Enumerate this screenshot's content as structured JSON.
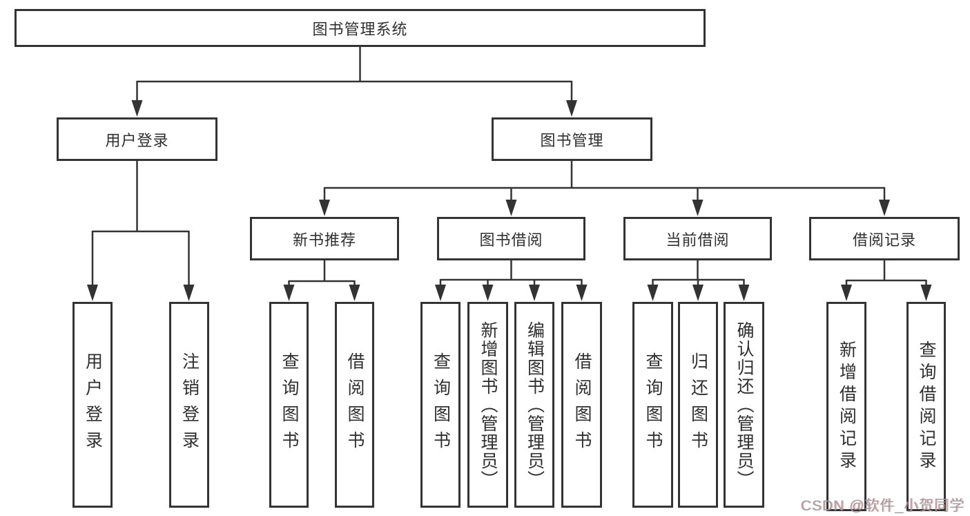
{
  "diagram": {
    "type": "hierarchy-tree",
    "tree": {
      "label": "图书管理系统",
      "children": [
        {
          "label": "用户登录",
          "children": [
            {
              "label": "用户登录"
            },
            {
              "label": "注销登录"
            }
          ]
        },
        {
          "label": "图书管理",
          "children": [
            {
              "label": "新书推荐",
              "children": [
                {
                  "label": "查询图书"
                },
                {
                  "label": "借阅图书"
                }
              ]
            },
            {
              "label": "图书借阅",
              "children": [
                {
                  "label": "查询图书"
                },
                {
                  "label": "新增图书（管理员）"
                },
                {
                  "label": "编辑图书（管理员）"
                },
                {
                  "label": "借阅图书"
                }
              ]
            },
            {
              "label": "当前借阅",
              "children": [
                {
                  "label": "查询图书"
                },
                {
                  "label": "归还图书"
                },
                {
                  "label": "确认归还（管理员）"
                }
              ]
            },
            {
              "label": "借阅记录",
              "children": [
                {
                  "label": "新增借阅记录"
                },
                {
                  "label": "查询借阅记录"
                }
              ]
            }
          ]
        }
      ]
    },
    "colors": {
      "line": "#333333",
      "box_border": "#333333",
      "text": "#2f2f2f",
      "background": "#ffffff",
      "watermark": "#9c9ca2"
    }
  },
  "watermark": {
    "text": "CSDN @软件_小贺同学"
  }
}
